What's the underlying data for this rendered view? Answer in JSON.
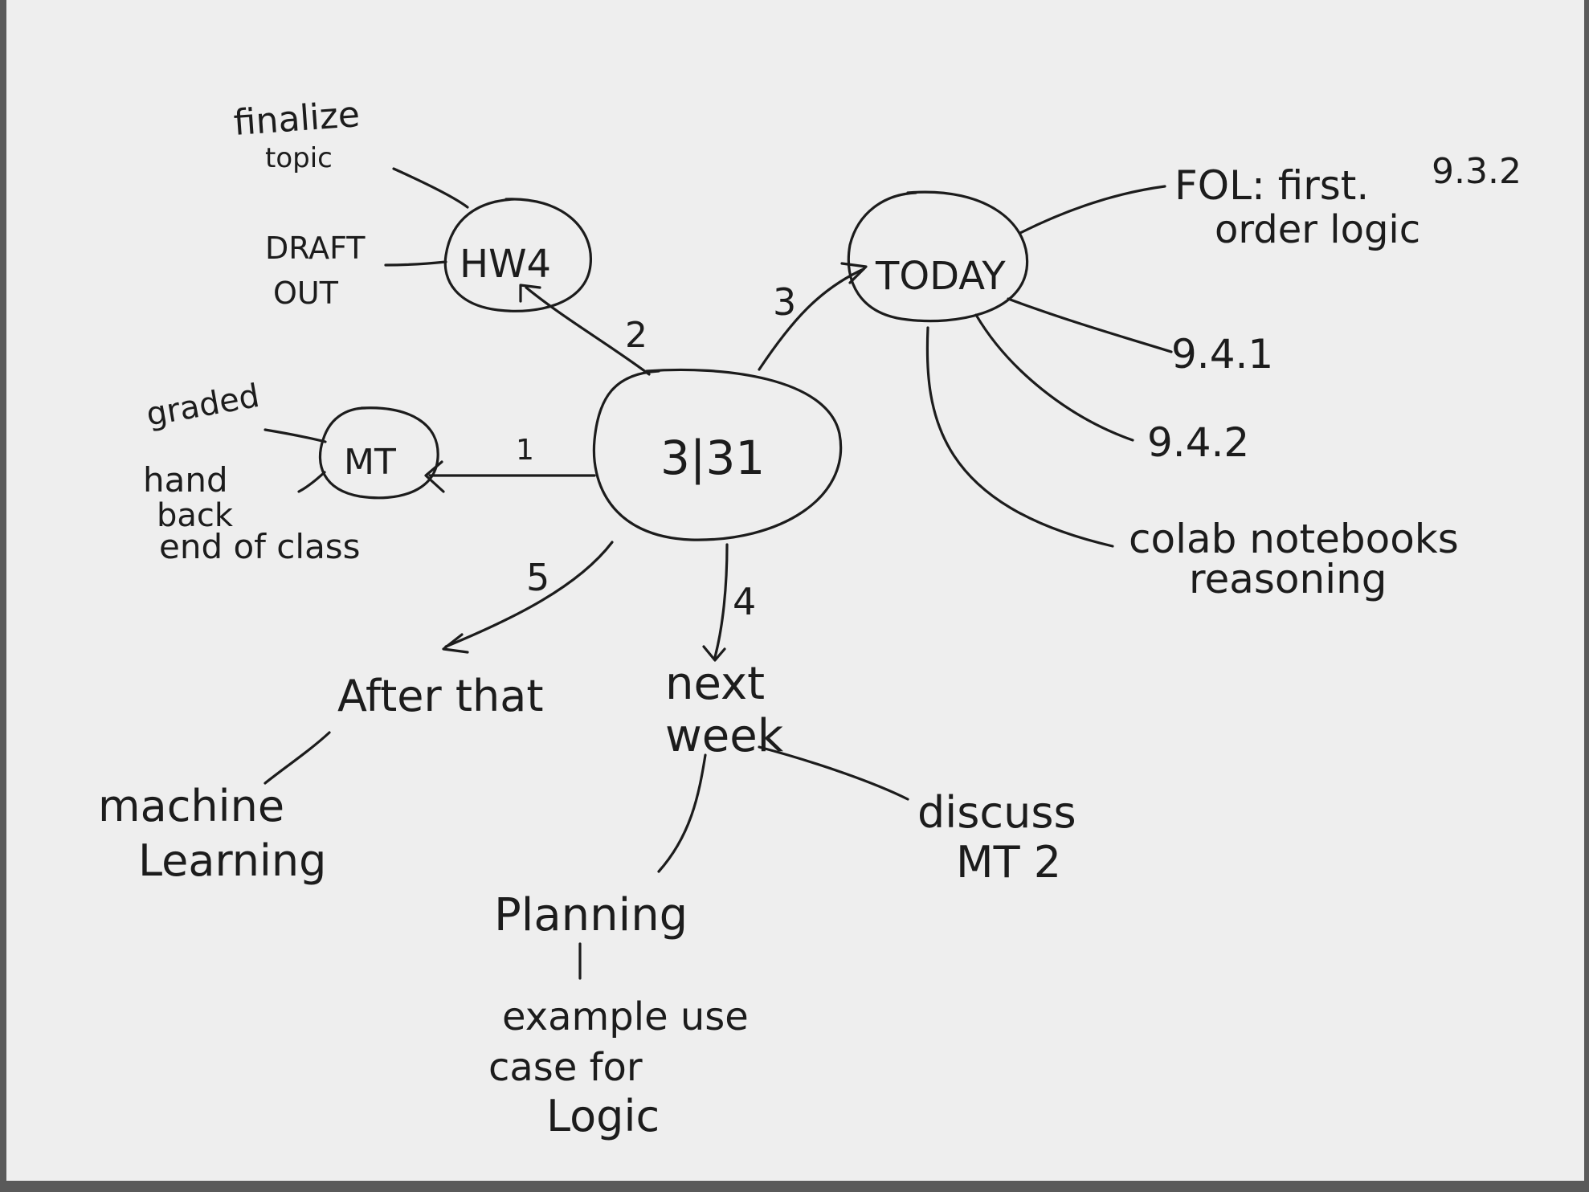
{
  "paper_color": "#eeeeee",
  "ink_color": "#1c1c1c",
  "center": {
    "label": "3|31"
  },
  "hubs": {
    "mt": {
      "label": "MT",
      "edge_number": "1"
    },
    "hw4": {
      "label": "HW4",
      "edge_number": "2"
    },
    "today": {
      "label": "TODAY",
      "edge_number": "3"
    },
    "next_week": {
      "line1": "next",
      "line2": "week",
      "edge_number": "4"
    },
    "after_that": {
      "label": "After that",
      "edge_number": "5"
    }
  },
  "notes": {
    "mt_graded": "graded",
    "mt_hand_back_1": "hand",
    "mt_hand_back_2": "back",
    "mt_hand_back_3": "end of class",
    "hw4_finalize_1": "finalize",
    "hw4_finalize_2": "topic",
    "hw4_draft_1": "DRAFT",
    "hw4_draft_2": "OUT",
    "today_fol_1": "FOL: first.",
    "today_fol_section": "9.3.2",
    "today_fol_2": "order logic",
    "today_941": "9.4.1",
    "today_942": "9.4.2",
    "today_colab_1": "colab notebooks",
    "today_colab_2": "reasoning",
    "after_ml_1": "machine",
    "after_ml_2": "Learning",
    "next_planning": "Planning",
    "next_example_1": "example use",
    "next_example_2": "case for",
    "next_example_3": "Logic",
    "next_discuss_1": "discuss",
    "next_discuss_2": "MT 2"
  }
}
